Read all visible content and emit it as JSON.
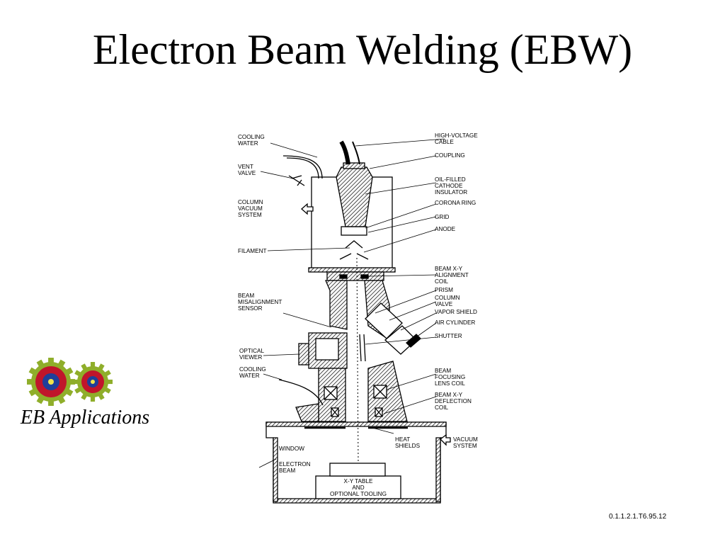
{
  "slide": {
    "title": "Electron Beam Welding (EBW)",
    "logo_label": "EB Applications",
    "slide_number": "0.1.1.2.1.T6.95.12"
  },
  "diagram": {
    "labels": {
      "cooling_water_top": [
        "COOLING",
        "WATER"
      ],
      "vent_valve": [
        "VENT",
        "VALVE"
      ],
      "column_vacuum_system": [
        "COLUMN",
        "VACUUM",
        "SYSTEM"
      ],
      "filament": [
        "FILAMENT"
      ],
      "beam_misalignment_sensor": [
        "BEAM",
        "MISALIGNMENT",
        "SENSOR"
      ],
      "optical_viewer": [
        "OPTICAL",
        "VIEWER"
      ],
      "cooling_water_bottom": [
        "COOLING",
        "WATER"
      ],
      "window": [
        "WINDOW"
      ],
      "electron_beam": [
        "ELECTRON",
        "BEAM"
      ],
      "high_voltage_cable": [
        "HIGH-VOLTAGE",
        "CABLE"
      ],
      "coupling": [
        "COUPLING"
      ],
      "oil_filled_cathode_insulator": [
        "OIL-FILLED",
        "CATHODE",
        "INSULATOR"
      ],
      "corona_ring": [
        "CORONA RING"
      ],
      "grid": [
        "GRID"
      ],
      "anode": [
        "ANODE"
      ],
      "beam_xy_alignment_coil": [
        "BEAM X-Y",
        "ALIGNMENT",
        "COIL"
      ],
      "prism": [
        "PRISM"
      ],
      "column_valve": [
        "COLUMN",
        "VALVE"
      ],
      "vapor_shield": [
        "VAPOR SHIELD"
      ],
      "air_cylinder": [
        "AIR CYLINDER"
      ],
      "shutter": [
        "SHUTTER"
      ],
      "beam_focusing_lens_coil": [
        "BEAM",
        "FOCUSING",
        "LENS COIL"
      ],
      "beam_xy_deflection_coil": [
        "BEAM X-Y",
        "DEFLECTION",
        "COIL"
      ],
      "heat_shields": [
        "HEAT",
        "SHIELDS"
      ],
      "vacuum_system": [
        "VACUUM",
        "SYSTEM"
      ],
      "xy_table": [
        "X-Y TABLE",
        "AND",
        "OPTIONAL TOOLING"
      ]
    }
  },
  "colors": {
    "gear_outer": "#8fae2a",
    "gear_ring": "#c0152b",
    "gear_core": "#1f3f9a",
    "gear_dot": "#f1e44b"
  }
}
